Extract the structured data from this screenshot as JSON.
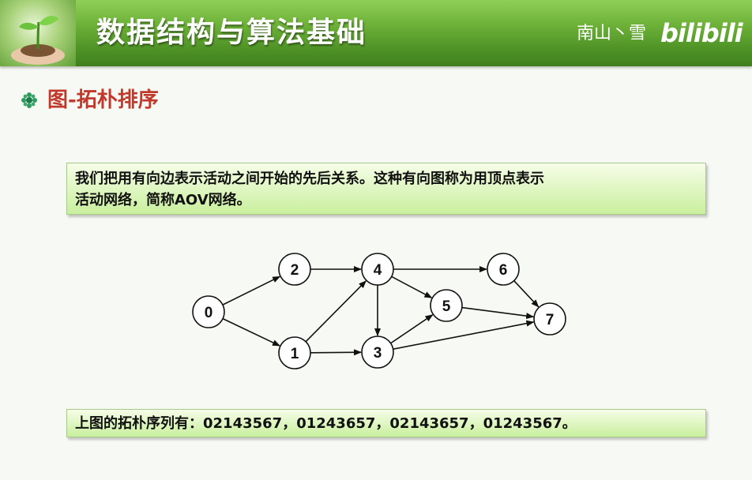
{
  "header": {
    "title": "数据结构与算法基础",
    "author": "南山丶雪",
    "brand": "bilibili"
  },
  "section": {
    "title": "图-拓朴排序"
  },
  "definition": {
    "line1": "我们把用有向边表示活动之间开始的先后关系。这种有向图称为用顶点表示",
    "line2": "活动网络，简称AOV网络。"
  },
  "graph": {
    "nodes": [
      "0",
      "1",
      "2",
      "3",
      "4",
      "5",
      "6",
      "7"
    ],
    "edges": [
      [
        "0",
        "2"
      ],
      [
        "0",
        "1"
      ],
      [
        "2",
        "4"
      ],
      [
        "1",
        "4"
      ],
      [
        "1",
        "3"
      ],
      [
        "4",
        "3"
      ],
      [
        "4",
        "5"
      ],
      [
        "4",
        "6"
      ],
      [
        "3",
        "5"
      ],
      [
        "3",
        "7"
      ],
      [
        "5",
        "7"
      ],
      [
        "6",
        "7"
      ]
    ]
  },
  "result": {
    "text": "上图的拓朴序列有：02143567，01243657，02143657，01243567。"
  },
  "colors": {
    "header_green": "#5fa530",
    "section_title": "#c0392b",
    "note_fill": "#d8f5b5"
  }
}
